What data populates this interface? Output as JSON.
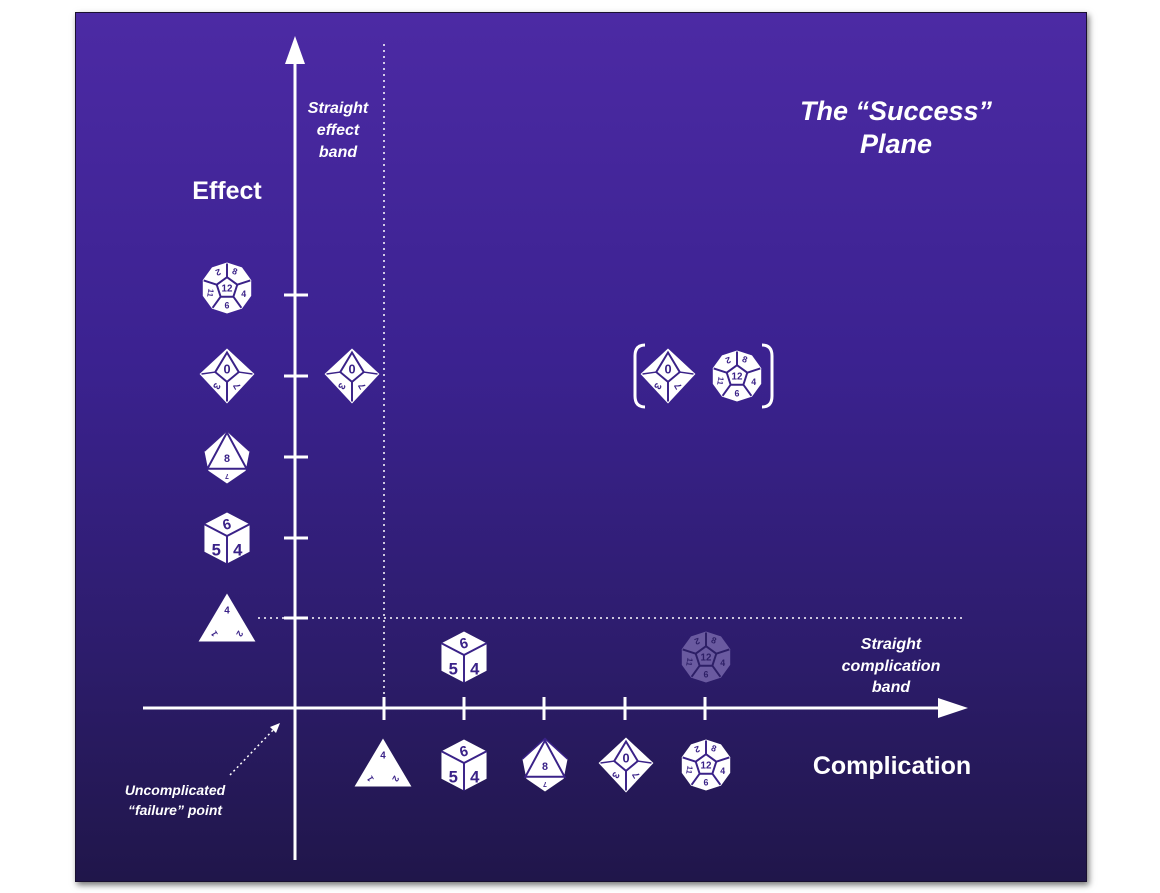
{
  "title": {
    "line1": "The “Success”",
    "line2": "Plane"
  },
  "axes": {
    "y_label": "Effect",
    "x_label": "Complication"
  },
  "annotations": {
    "effect_band": [
      "Straight",
      "effect",
      "band"
    ],
    "complication_band": [
      "Straight",
      "complication",
      "band"
    ],
    "failure_point": [
      "Uncomplicated",
      "“failure” point"
    ]
  },
  "dice_faces": {
    "d4": {
      "top": "4",
      "left": "1",
      "right": "2"
    },
    "d6": {
      "top": "6",
      "left": "5",
      "right": "4"
    },
    "d8": {
      "top": "8",
      "bottom": "7"
    },
    "d10": {
      "top": "0",
      "left": "3",
      "right": "7"
    },
    "d12": {
      "center": "12",
      "top": "8",
      "tl": "2",
      "l": "11",
      "b": "6",
      "r": "4"
    }
  },
  "y_axis_dice": [
    "d12",
    "d10",
    "d8",
    "d6",
    "d4"
  ],
  "x_axis_dice": [
    "d4",
    "d6",
    "d8",
    "d10",
    "d12"
  ],
  "colors": {
    "background_top": "#4c2aa4",
    "background_bottom": "#20164a",
    "foreground": "#ffffff",
    "faded_die": "#6a5aa0"
  }
}
